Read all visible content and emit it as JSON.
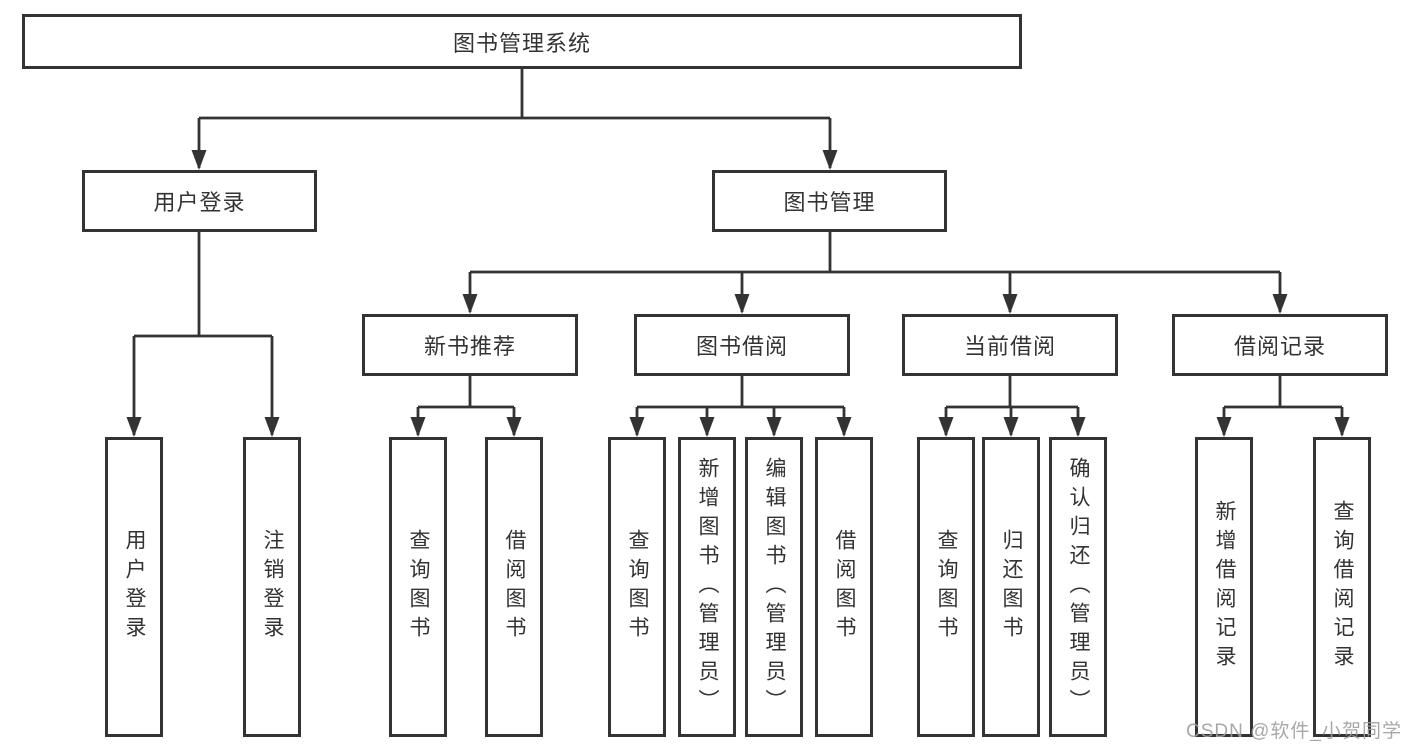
{
  "root": {
    "label": "图书管理系统"
  },
  "branches": {
    "user_login": {
      "label": "用户登录",
      "children": [
        "用户登录",
        "注销登录"
      ]
    },
    "book_management": {
      "label": "图书管理",
      "children": [
        {
          "label": "新书推荐",
          "children": [
            "查询图书",
            "借阅图书"
          ]
        },
        {
          "label": "图书借阅",
          "children": [
            "查询图书",
            "新增图书（管理员）",
            "编辑图书（管理员）",
            "借阅图书"
          ]
        },
        {
          "label": "当前借阅",
          "children": [
            "查询图书",
            "归还图书",
            "确认归还（管理员）"
          ]
        },
        {
          "label": "借阅记录",
          "children": [
            "新增借阅记录",
            "查询借阅记录"
          ]
        }
      ]
    }
  },
  "watermark": "CSDN @软件_小贺同学",
  "colors": {
    "line": "#333333",
    "box_border": "#333333",
    "text": "#333333",
    "background": "#ffffff",
    "watermark": "#9e9e9e"
  }
}
